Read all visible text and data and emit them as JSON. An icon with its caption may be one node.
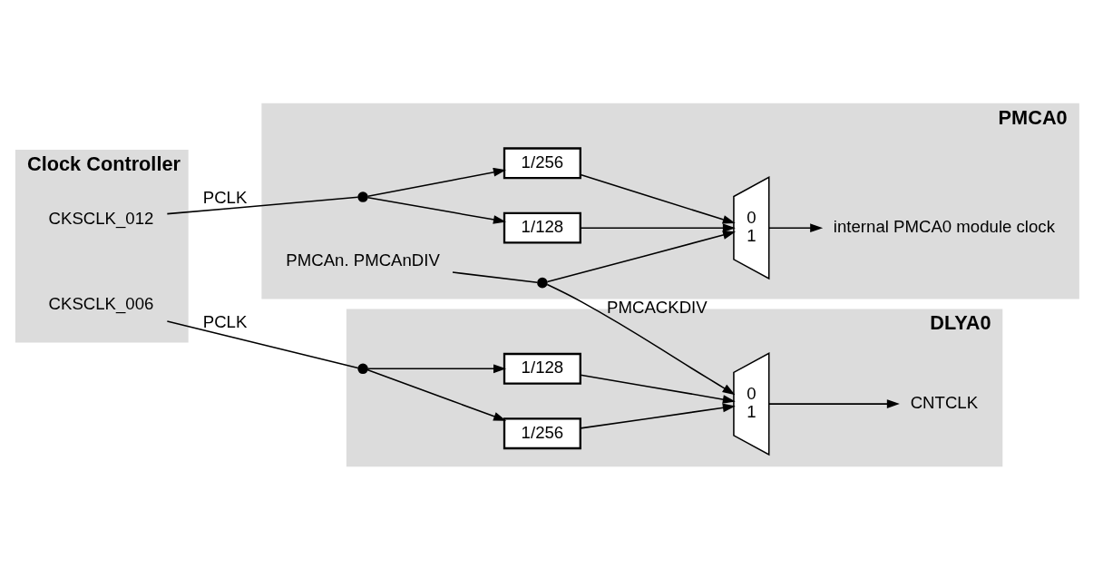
{
  "diagram": {
    "nodes": [
      {
        "text": [
          "Clock Controller"
        ]
      },
      {
        "text": [
          "CKSCLK_012"
        ],
        "in": 0
      },
      {
        "text": [
          "CKSCLK_006"
        ],
        "in": 0
      },
      {
        "text": [
          "PMCA0"
        ]
      },
      {
        "text": [
          "PMCAn. PMCAnDIV"
        ],
        "in": 3
      },
      {
        "text": [],
        "shape": "circle",
        "in": 3
      },
      {
        "text": [
          "1/256"
        ],
        "in": 3
      },
      {
        "text": [
          "1/128"
        ],
        "in": 3
      },
      {
        "text": [
          "0",
          "1"
        ],
        "in": 3
      },
      {
        "text": [],
        "shape": "circle",
        "in": 3
      },
      {
        "text": [
          "internal PMCA0 module clock"
        ],
        "in": 3
      },
      {
        "text": [
          "DLYA0"
        ]
      },
      {
        "text": [],
        "shape": "circle",
        "in": 11
      },
      {
        "text": [
          "1/256"
        ],
        "in": 11
      },
      {
        "text": [
          "1/128"
        ],
        "in": 11
      },
      {
        "text": [
          "0",
          "1"
        ],
        "in": 11
      },
      {
        "text": [
          "CNTCLK"
        ],
        "in": 11
      }
    ],
    "edges": [
      {
        "from": 1,
        "to": 5,
        "arrow": "none",
        "label": "PCLK"
      },
      {
        "from": 5,
        "to": 6,
        "arrow": "to"
      },
      {
        "from": 5,
        "to": 7,
        "arrow": "to"
      },
      {
        "from": 6,
        "to": 8,
        "arrow": "to"
      },
      {
        "from": 7,
        "to": 8,
        "arrow": "to"
      },
      {
        "from": 4,
        "to": 9,
        "arrow": "none"
      },
      {
        "from": 9,
        "to": 8,
        "arrow": "to"
      },
      {
        "from": 8,
        "to": 10,
        "arrow": "to"
      },
      {
        "from": 9,
        "to": 15,
        "arrow": "to",
        "label": "PMCACKDIV"
      },
      {
        "from": 2,
        "to": 12,
        "arrow": "none",
        "label": "PCLK"
      },
      {
        "from": 12,
        "to": 13,
        "arrow": "to"
      },
      {
        "from": 12,
        "to": 14,
        "arrow": "to"
      },
      {
        "from": 13,
        "to": 15,
        "arrow": "to"
      },
      {
        "from": 14,
        "to": 15,
        "arrow": "to"
      },
      {
        "from": 15,
        "to": 16,
        "arrow": "to"
      }
    ]
  }
}
